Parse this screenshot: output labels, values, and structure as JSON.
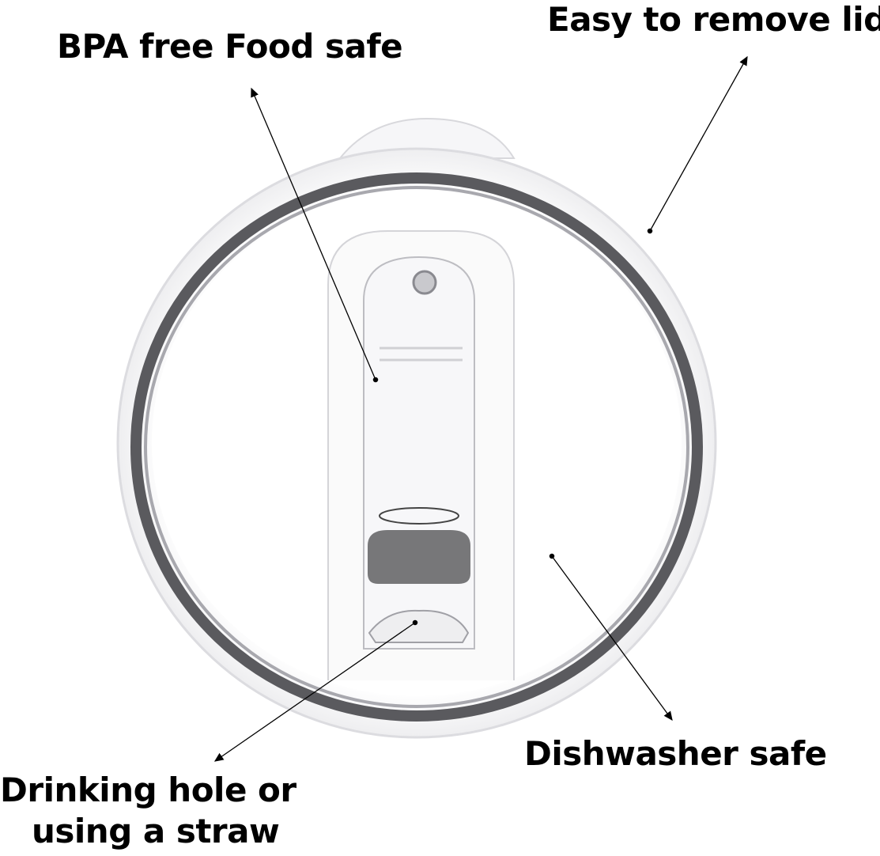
{
  "labels": {
    "bpa_free": "BPA free Food safe",
    "easy_remove": "Easy to remove lid",
    "dishwasher": "Dishwasher safe",
    "drinking_line1": "Drinking hole or",
    "drinking_line2": "using a straw"
  },
  "colors": {
    "text": "#000000",
    "ring": "#5a5a5e",
    "lid": "#f4f4f6"
  }
}
